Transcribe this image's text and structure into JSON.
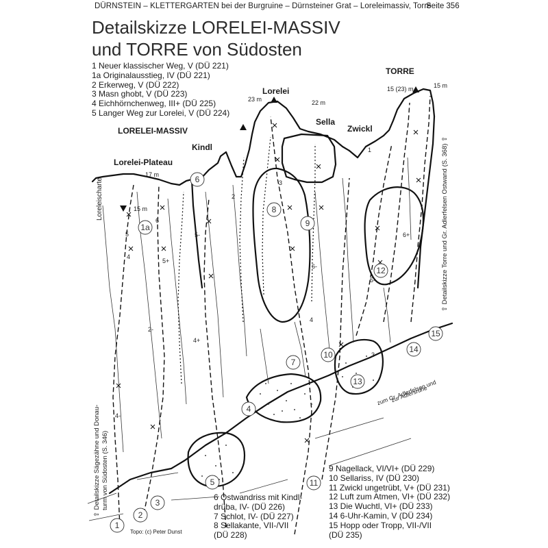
{
  "header": {
    "left": "DÜRNSTEIN – KLETTERGARTEN bei der Burgruine – Dürnsteiner Grat – Loreleimassiv, Torre",
    "right": "Seite 356"
  },
  "title": {
    "line1": "Detailskizze LORELEI-MASSIV",
    "line2": "und TORRE von Südosten"
  },
  "routes_top": [
    "1 Neuer klassischer Weg, V (DÜ 221)",
    "1a Originalausstieg, IV (DÜ 221)",
    "2 Erkerweg, V (DÜ 222)",
    "3 Masn ghobt, V (DÜ 223)",
    "4 Eichhörnchenweg, III+ (DÜ 225)",
    "5 Langer Weg zur Lorelei, V (DÜ 224)"
  ],
  "routes_mid": [
    "6 Ostwandriss mit Kindl-",
    "   drüba, IV- (DÜ 226)",
    "7 Schlot, IV- (DÜ 227)",
    "8 Sellakante, VII-/VII",
    "   (DÜ 228)"
  ],
  "routes_right": [
    "9 Nagellack, VI/VI+ (DÜ 229)",
    "10 Sellariss, IV (DÜ 230)",
    "11 Zwickl ungetrübt, V+ (DÜ 231)",
    "12 Luft zum Atmen, VI+ (DÜ 232)",
    "13 Die Wuchtl, VI+ (DÜ 233)",
    "14 6-Uhr-Kamin, V (DÜ 234)",
    "15 Hopp oder Tropp, VII-/VII",
    "   (DÜ 235)"
  ],
  "labels": {
    "massif": "LORELEI-MASSIV",
    "plateau": "Lorelei-Plateau",
    "kindl": "Kindl",
    "lorelei": "Lorelei",
    "sella": "Sella",
    "zwickl": "Zwickl",
    "torre": "TORRE",
    "loreleischarte": "Loreleischarte",
    "to_adlerfelsen": "zum Gr. Adlerfelsen und",
    "to_adlersruhe": "zur Adlersruhe",
    "side_right": "⇧ Detailskizze Torre und Gr. Adlerfelsen Ostwand (S. 368) ⇧",
    "side_left_1": "⇧ Detailskizze Sägezähne und Donau-",
    "side_left_2": "turm von Südosten (S. 346)",
    "credit": "Topo: (c) Peter Dunst"
  },
  "heights": {
    "plateau": "17 m",
    "plateau_2": "15 m",
    "lorelei": "23 m",
    "sella": "22 m",
    "torre": "15 (23) m",
    "torre_2": "15 m"
  },
  "route_markers": [
    "1",
    "1a",
    "2",
    "3",
    "4",
    "5",
    "6",
    "7",
    "8",
    "9",
    "10",
    "11",
    "12",
    "13",
    "14",
    "15"
  ],
  "grades": [
    "5",
    "4",
    "6",
    "5+",
    "5-",
    "2",
    "3",
    "4+",
    "6-",
    "6+",
    "5-",
    "4",
    "3",
    "2-",
    "1",
    "4-"
  ],
  "icons": {
    "up-arrow": "⇧"
  }
}
